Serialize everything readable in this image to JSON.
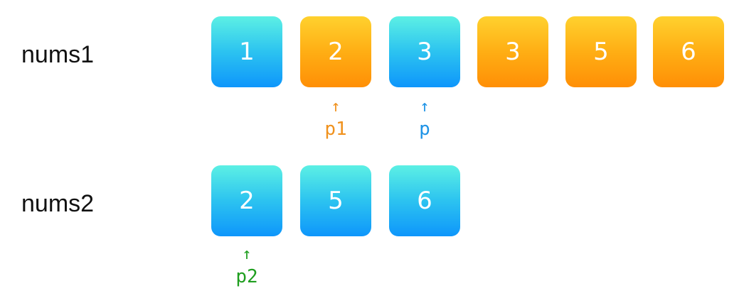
{
  "colors": {
    "blue_box_top": "#5cf0e4",
    "blue_box_bottom": "#0e96fb",
    "orange_box_top": "#ffd12e",
    "orange_box_bottom": "#ff8f06",
    "p1_color": "#f0921e",
    "p_color": "#1e93e6",
    "p2_color": "#1f9e1f",
    "label_color": "#111111"
  },
  "arrays": [
    {
      "label": "nums1",
      "cells": [
        {
          "value": "1",
          "color": "blue"
        },
        {
          "value": "2",
          "color": "orange"
        },
        {
          "value": "3",
          "color": "blue"
        },
        {
          "value": "3",
          "color": "orange"
        },
        {
          "value": "5",
          "color": "orange"
        },
        {
          "value": "6",
          "color": "orange"
        }
      ]
    },
    {
      "label": "nums2",
      "cells": [
        {
          "value": "2",
          "color": "blue"
        },
        {
          "value": "5",
          "color": "blue"
        },
        {
          "value": "6",
          "color": "blue"
        }
      ]
    }
  ],
  "pointers": [
    {
      "label": "p1",
      "arrow": "↑",
      "array": 0,
      "index": 1,
      "color": "#f0921e"
    },
    {
      "label": "p",
      "arrow": "↑",
      "array": 0,
      "index": 2,
      "color": "#1e93e6"
    },
    {
      "label": "p2",
      "arrow": "↑",
      "array": 1,
      "index": 0,
      "color": "#1f9e1f"
    }
  ]
}
